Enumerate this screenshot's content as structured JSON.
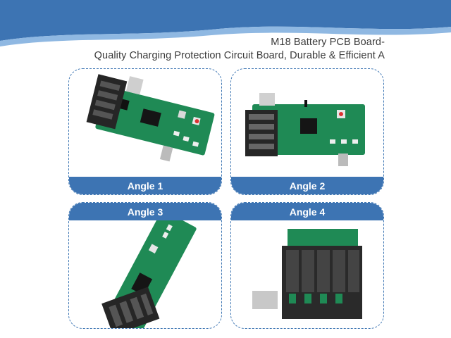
{
  "header": {
    "title_line1": "M18 Battery PCB Board-",
    "title_line2": "Quality Charging Protection Circuit Board, Durable & Efficient A"
  },
  "colors": {
    "accent_blue": "#3d74b3",
    "banner_light": "#6fa3d8",
    "pcb_green": "#1f8a55",
    "connector_black": "#2a2a2a"
  },
  "angles": [
    {
      "label": "Angle 1"
    },
    {
      "label": "Angle 2"
    },
    {
      "label": "Angle 3"
    },
    {
      "label": "Angle 4"
    }
  ]
}
